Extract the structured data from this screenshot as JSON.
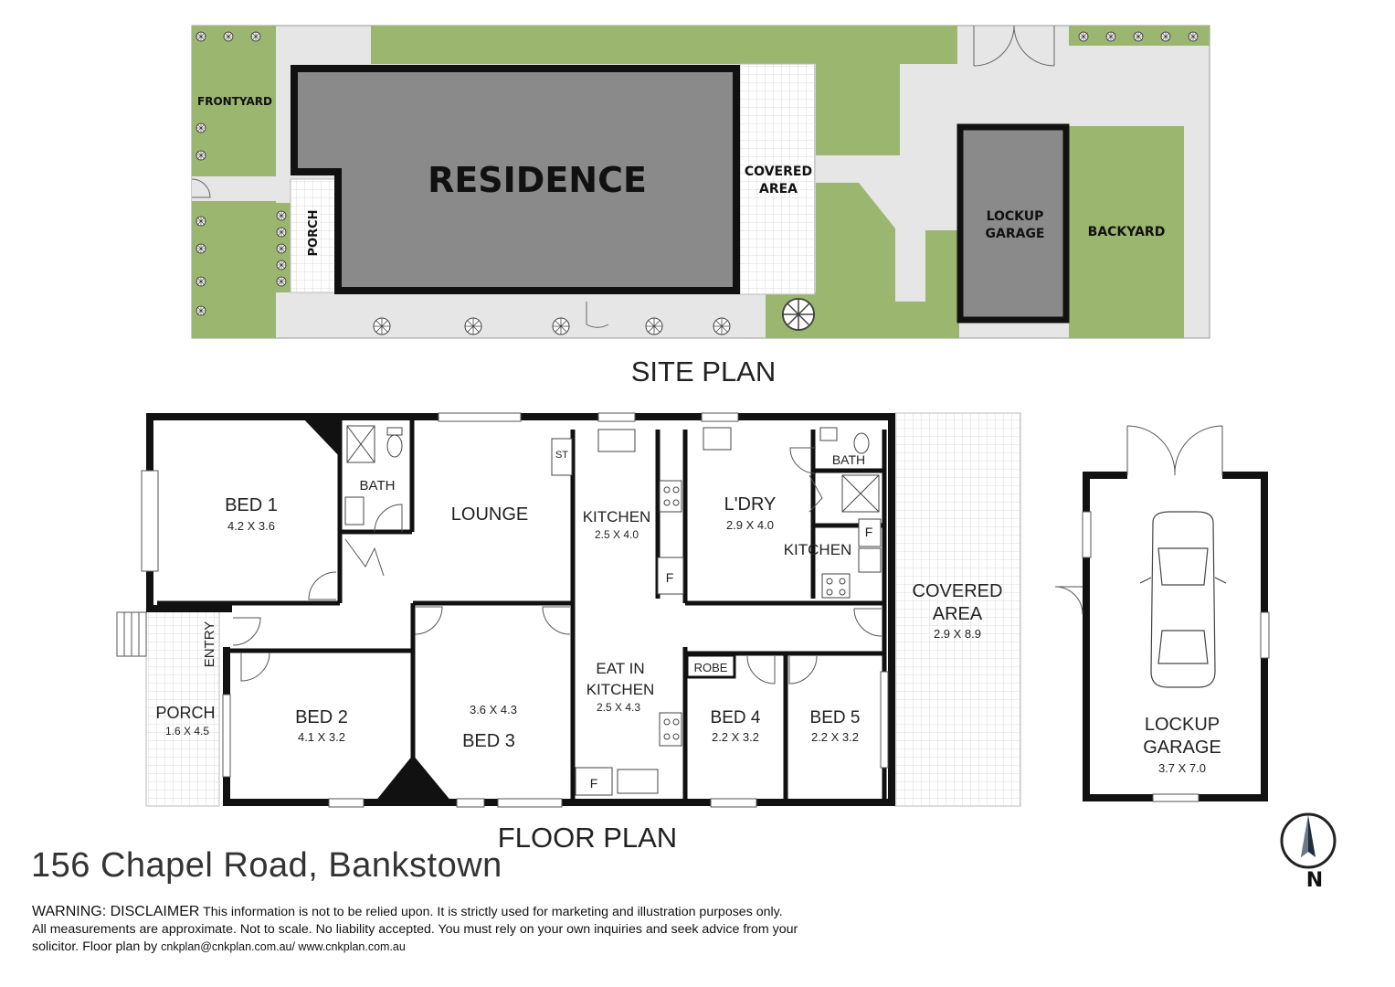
{
  "site_plan": {
    "title": "SITE PLAN",
    "labels": {
      "frontyard": "FRONTYARD",
      "residence": "RESIDENCE",
      "porch": "PORCH",
      "covered_area_1": "COVERED",
      "covered_area_2": "AREA",
      "garage_1": "LOCKUP",
      "garage_2": "GARAGE",
      "backyard": "BACKYARD"
    }
  },
  "floor_plan": {
    "title": "FLOOR PLAN",
    "rooms": {
      "bed1": {
        "name": "BED 1",
        "size": "4.2 X 3.6"
      },
      "bath1": {
        "name": "BATH"
      },
      "lounge": {
        "name": "LOUNGE"
      },
      "st": {
        "name": "ST"
      },
      "kitchen1": {
        "name": "KITCHEN",
        "size": "2.5 X 4.0"
      },
      "ldry": {
        "name": "L'DRY",
        "size": "2.9 X 4.0"
      },
      "bath2": {
        "name": "BATH"
      },
      "kitchen2": {
        "name": "KITCHEN"
      },
      "fridge": "F",
      "covered": {
        "name_1": "COVERED",
        "name_2": "AREA",
        "size": "2.9 X 8.9"
      },
      "entry": {
        "name": "ENTRY"
      },
      "porch": {
        "name": "PORCH",
        "size": "1.6 X 4.5"
      },
      "bed2": {
        "name": "BED 2",
        "size": "4.1 X 3.2"
      },
      "bed3": {
        "name": "BED 3",
        "size": "3.6 X 4.3"
      },
      "eat_in": {
        "name_1": "EAT IN",
        "name_2": "KITCHEN",
        "size": "2.5 X 4.3"
      },
      "robe": {
        "name": "ROBE"
      },
      "bed4": {
        "name": "BED 4",
        "size": "2.2 X 3.2"
      },
      "bed5": {
        "name": "BED 5",
        "size": "2.2 X 3.2"
      },
      "garage": {
        "name_1": "LOCKUP",
        "name_2": "GARAGE",
        "size": "3.7 X 7.0"
      }
    }
  },
  "compass": {
    "label": "N"
  },
  "address": "156 Chapel Road, Bankstown",
  "disclaimer": {
    "heading": "WARNING: DISCLAIMER",
    "line1": " This information is not to be relied upon. It is strictly used for marketing and illustration purposes only.",
    "line2": "All measurements are approximate. Not to scale. No liability accepted. You must rely on your own inquiries and seek advice from your",
    "line3_prefix": "solicitor. Floor plan by ",
    "contact": "cnkplan@cnkplan.com.au/ www.cnkplan.com.au"
  },
  "colors": {
    "grass": "#9bb66f",
    "paving": "#e6e6e6",
    "building": "#8a8a8a",
    "wall": "#111111"
  }
}
